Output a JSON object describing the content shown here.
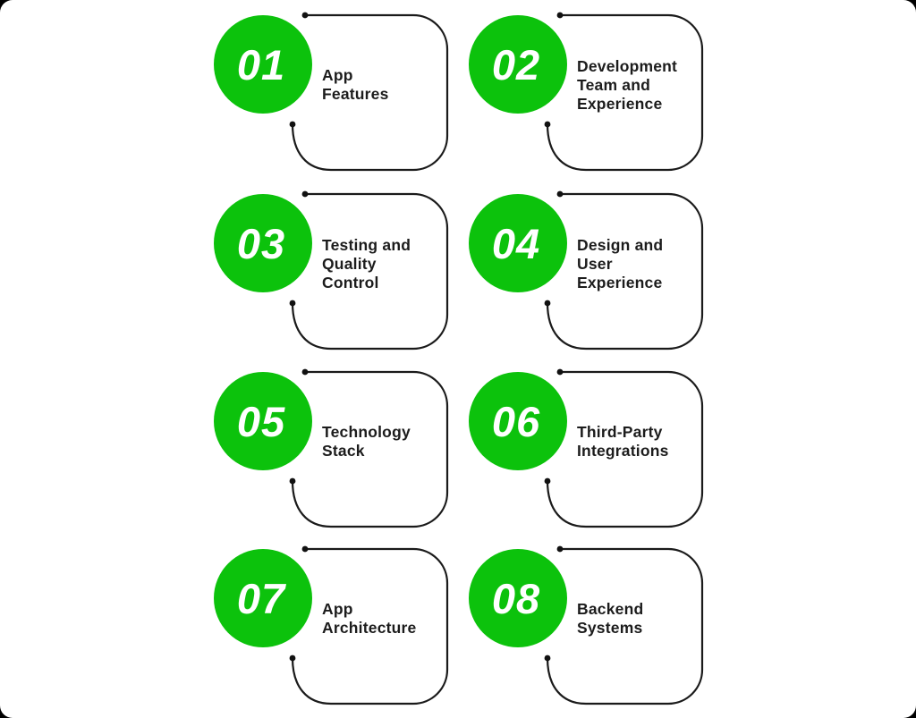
{
  "page": {
    "type": "infographic-diagram",
    "title": "Mobile app development considerations steps",
    "background_color": "#000000",
    "card_background": "#ffffff"
  },
  "colors": {
    "accent_green": "#0cc20c",
    "connector_stroke": "#1a1a1a",
    "dot": "#111111",
    "label_text": "#1c1c1c",
    "number_text": "#ffffff"
  },
  "items": [
    {
      "number": "01",
      "label": "App Features",
      "lines": [
        "App",
        "Features"
      ]
    },
    {
      "number": "02",
      "label": "Development Team and Experience",
      "lines": [
        "Development",
        "Team and",
        "Experience"
      ]
    },
    {
      "number": "03",
      "label": "Testing and Quality Control",
      "lines": [
        "Testing and",
        "Quality",
        "Control"
      ]
    },
    {
      "number": "04",
      "label": "Design and User Experience",
      "lines": [
        "Design and",
        "User",
        "Experience"
      ]
    },
    {
      "number": "05",
      "label": "Technology Stack",
      "lines": [
        "Technology",
        "Stack"
      ]
    },
    {
      "number": "06",
      "label": "Third-Party Integrations",
      "lines": [
        "Third-Party",
        "Integrations"
      ]
    },
    {
      "number": "07",
      "label": "App Architecture",
      "lines": [
        "App",
        "Architecture"
      ]
    },
    {
      "number": "08",
      "label": "Backend Systems",
      "lines": [
        "Backend",
        "Systems"
      ]
    }
  ]
}
